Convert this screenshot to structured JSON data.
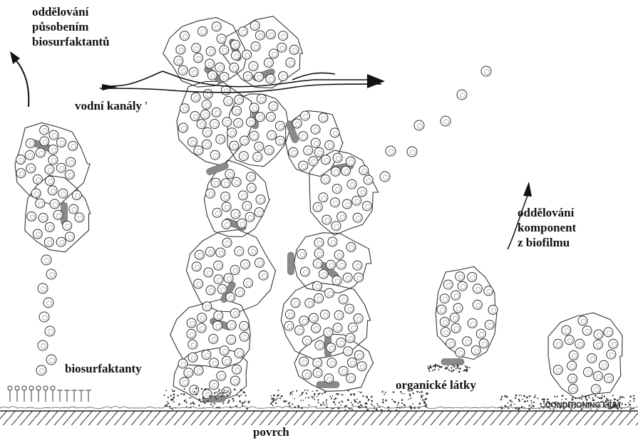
{
  "labels": {
    "detach_biosurfactants": [
      "oddělování",
      "působením",
      "biosurfaktantů"
    ],
    "water_channels": "vodní kanály",
    "water_channels_marker": "ᵌ",
    "detach_components": [
      "oddělování",
      "komponent",
      "z biofilmu"
    ],
    "biosurfactants": "biosurfaktanty",
    "organic_matter": "organické látky",
    "surface": "povrch",
    "conditioning_film": "CONDITIONING FILM"
  },
  "colors": {
    "outline": "#333333",
    "cell_fill": "#ffffff",
    "rod_fill": "#8a8a8a",
    "text": "#111111"
  }
}
